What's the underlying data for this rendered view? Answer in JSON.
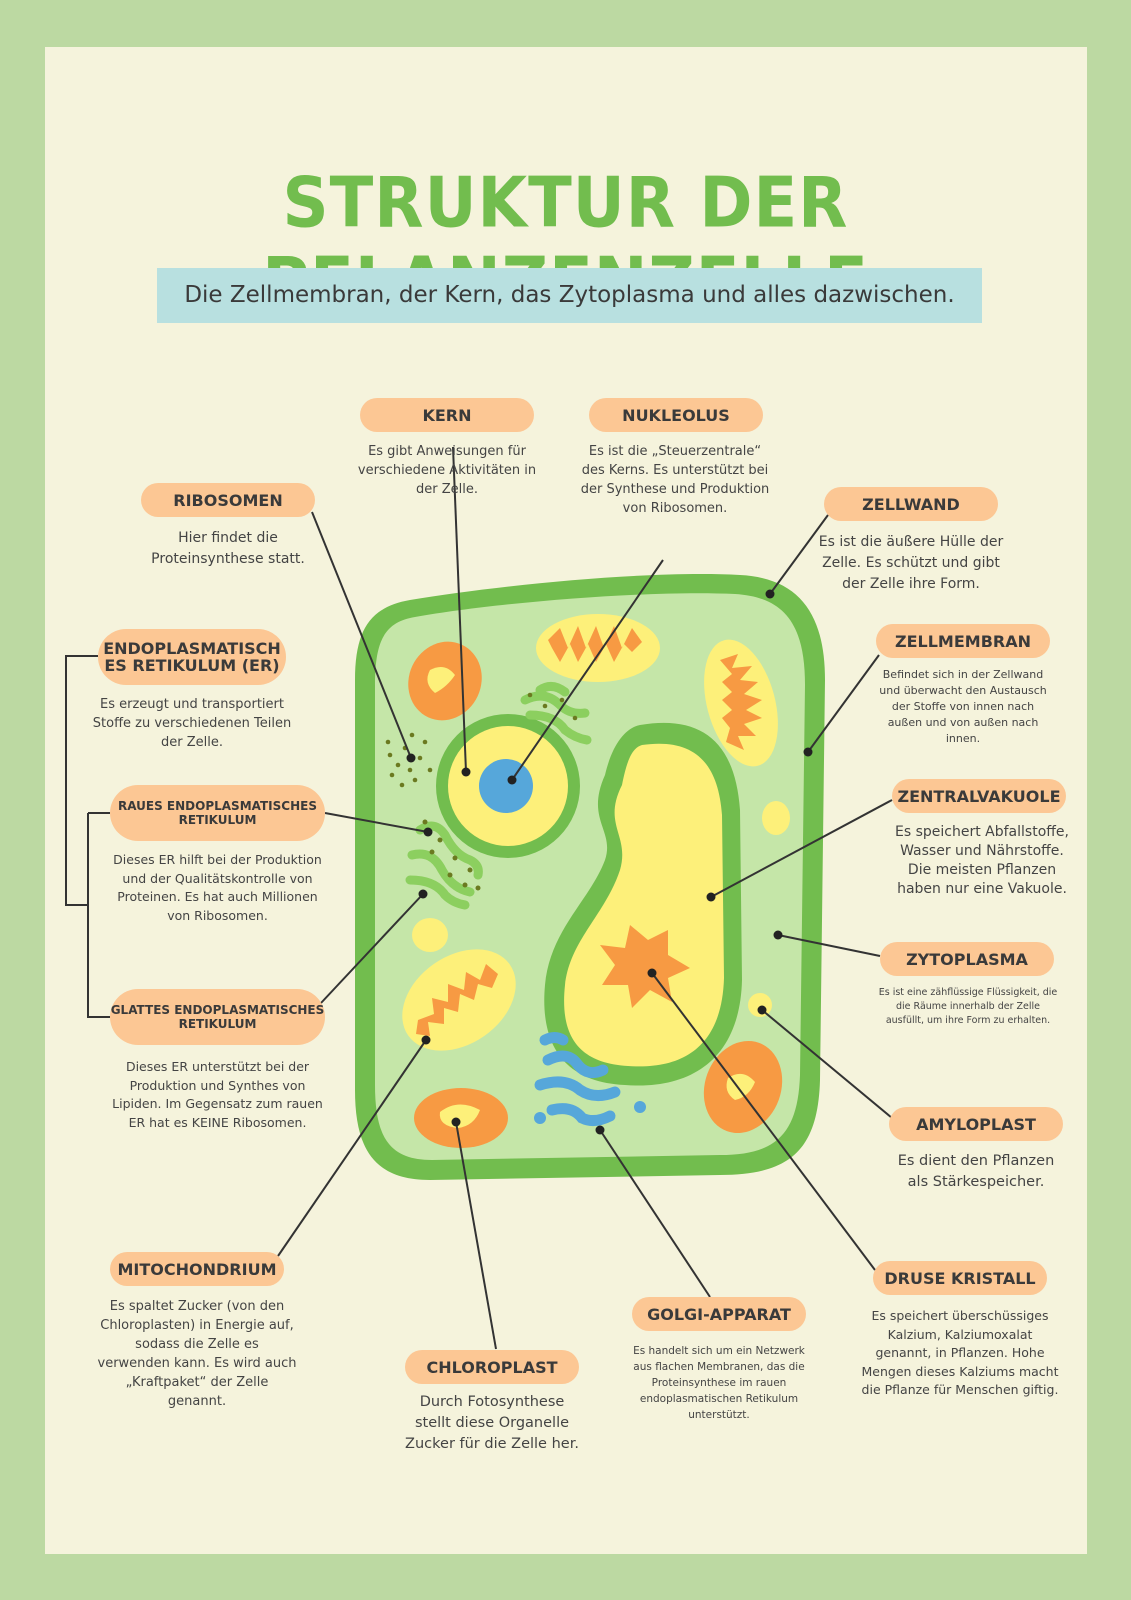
{
  "title": "STRUKTUR DER PFLANZENZELLE",
  "subtitle": "Die Zellmembran, der Kern, das Zytoplasma und alles dazwischen.",
  "colors": {
    "background": "#bcd9a2",
    "poster": "#f5f3dc",
    "title": "#72bd4e",
    "subtitle_band": "#b8e0e0",
    "label_pill": "#fcc794",
    "cell_wall": "#72bd4e",
    "cytoplasm": "#c5e6a8",
    "yellow": "#fdf07a",
    "orange": "#f79a43",
    "blue": "#56a7da"
  },
  "labels": {
    "kern": {
      "title": "KERN",
      "text": "Es gibt Anweisungen für verschiedene Aktivitäten in der Zelle."
    },
    "nukleolus": {
      "title": "NUKLEOLUS",
      "text": "Es ist die „Steuerzentrale“ des Kerns. Es unterstützt bei der Synthese und Produktion von Ribosomen."
    },
    "ribosomen": {
      "title": "RIBOSOMEN",
      "text": "Hier findet die Proteinsynthese statt."
    },
    "zellwand": {
      "title": "ZELLWAND",
      "text": "Es ist die äußere Hülle der Zelle. Es schützt und gibt der Zelle ihre Form."
    },
    "er": {
      "title": "ENDOPLASMATISCH ES RETIKULUM (ER)",
      "text": "Es erzeugt und transportiert Stoffe zu verschiedenen Teilen der Zelle."
    },
    "zellmembran": {
      "title": "ZELLMEMBRAN",
      "text": "Befindet sich in der Zellwand und überwacht den Austausch der Stoffe von innen nach außen und von außen nach innen."
    },
    "raues_er": {
      "title": "RAUES ENDOPLASMATISCHES RETIKULUM",
      "text": "Dieses ER hilft bei der Produktion und der Qualitätskontrolle von Proteinen. Es hat auch Millionen von Ribosomen."
    },
    "zentralvakuole": {
      "title": "ZENTRALVAKUOLE",
      "text": "Es speichert Abfallstoffe, Wasser und Nährstoffe. Die meisten Pflanzen haben nur eine Vakuole."
    },
    "zytoplasma": {
      "title": "ZYTOPLASMA",
      "text": "Es ist eine zähflüssige Flüssigkeit, die die Räume innerhalb der Zelle ausfüllt, um ihre Form zu erhalten."
    },
    "glattes_er": {
      "title": "GLATTES ENDOPLASMATISCHES RETIKULUM",
      "text": "Dieses ER unterstützt bei der Produktion und Synthes von Lipiden. Im Gegensatz zum rauen ER hat es KEINE Ribosomen."
    },
    "amyloplast": {
      "title": "AMYLOPLAST",
      "text": "Es dient den Pflanzen als Stärkespeicher."
    },
    "mitochondrium": {
      "title": "MITOCHONDRIUM",
      "text": "Es spaltet Zucker (von den Chloroplasten) in Energie auf, sodass die Zelle es verwenden kann. Es wird auch „Kraftpaket“ der Zelle genannt."
    },
    "golgi": {
      "title": "GOLGI-APPARAT",
      "text": "Es handelt sich um ein Netzwerk aus flachen Membranen, das die Proteinsynthese im rauen endoplasmatischen Retikulum unterstützt."
    },
    "druse": {
      "title": "DRUSE KRISTALL",
      "text": "Es speichert überschüssiges Kalzium, Kalziumoxalat genannt, in Pflanzen. Hohe Mengen dieses Kalziums macht die Pflanze für Menschen giftig."
    },
    "chloroplast": {
      "title": "CHLOROPLAST",
      "text": "Durch Fotosynthese stellt diese Organelle Zucker für die Zelle her."
    }
  }
}
